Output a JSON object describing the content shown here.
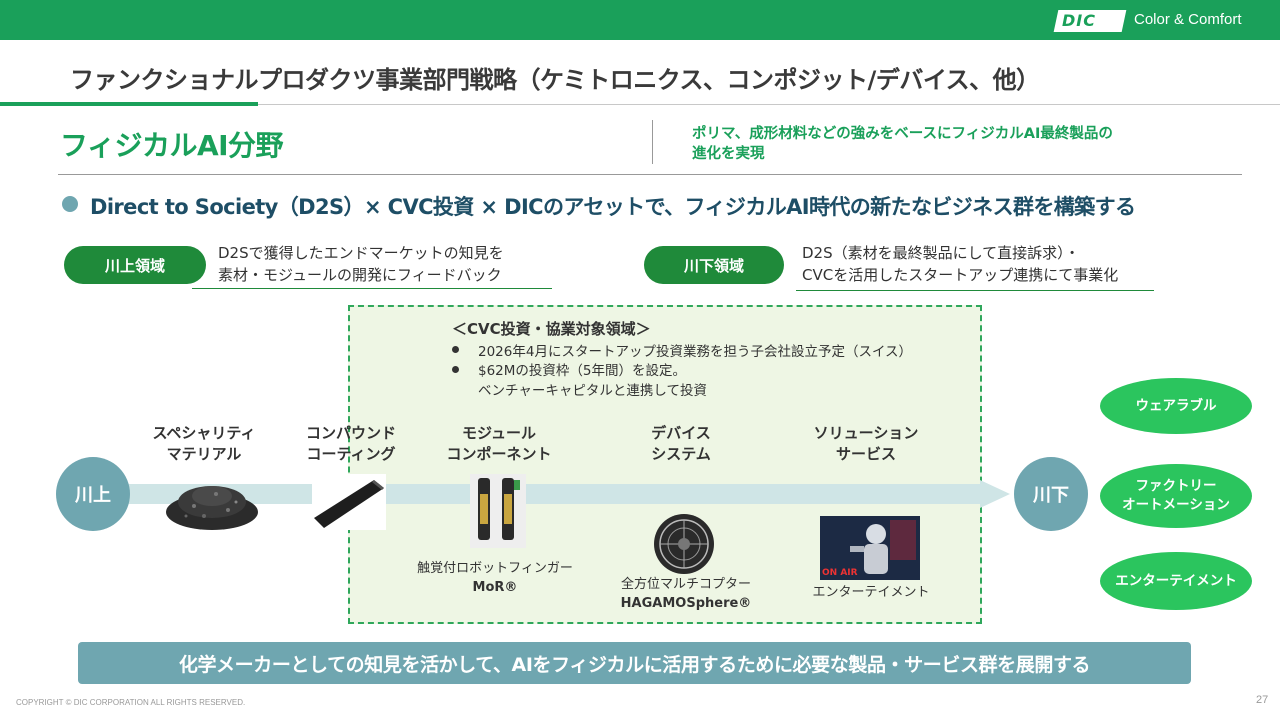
{
  "header": {
    "logo": "DIC",
    "tagline": "Color & Comfort",
    "brand_color": "#1aa05a"
  },
  "title": "ファンクショナルプロダクツ事業部門戦略（ケミトロニクス、コンポジット/デバイス、他）",
  "section": {
    "title": "フィジカルAI分野",
    "note_line1": "ポリマ、成形材料などの強みをベースにフィジカルAI最終製品の",
    "note_line2": "進化を実現"
  },
  "headline": "Direct to Society（D2S）× CVC投資 × DICのアセットで、フィジカルAI時代の新たなビジネス群を構築する",
  "upstream_area": {
    "label": "川上領域",
    "line1": "D2Sで獲得したエンドマーケットの知見を",
    "line2": "素材・モジュールの開発にフィードバック"
  },
  "downstream_area": {
    "label": "川下領域",
    "line1": "D2S（素材を最終製品にして直接訴求）・",
    "line2": "CVCを活用したスタートアップ連携にて事業化"
  },
  "cvc": {
    "title": "＜CVC投資・協業対象領域＞",
    "bullet1": "2026年4月にスタートアップ投資業務を担う子会社設立予定（スイス）",
    "bullet2": "$62Mの投資枠（5年間）を設定。",
    "bullet2_cont": "ベンチャーキャピタルと連携して投資"
  },
  "flow": {
    "upstream": "川上",
    "downstream": "川下",
    "stages": [
      {
        "line1": "スペシャリティ",
        "line2": "マテリアル"
      },
      {
        "line1": "コンパウンド",
        "line2": "コーティング"
      },
      {
        "line1": "モジュール",
        "line2": "コンポーネント"
      },
      {
        "line1": "デバイス",
        "line2": "システム"
      },
      {
        "line1": "ソリューション",
        "line2": "サービス"
      }
    ]
  },
  "products": {
    "robot_caption": "触覚付ロボットフィンガー",
    "robot_name": "MoR®",
    "copter_caption": "全方位マルチコプター",
    "copter_name": "HAGAMOSphere®",
    "entertainment_caption": "エンターテイメント",
    "onair": "ON AIR"
  },
  "markets": [
    "ウェアラブル",
    "ファクトリー",
    "オートメーション",
    "エンターテイメント"
  ],
  "banner": "化学メーカーとしての知見を活かして、AIをフィジカルに活用するために必要な製品・サービス群を展開する",
  "footer": {
    "copyright": "COPYRIGHT © DIC CORPORATION ALL RIGHTS RESERVED.",
    "page": "27"
  }
}
